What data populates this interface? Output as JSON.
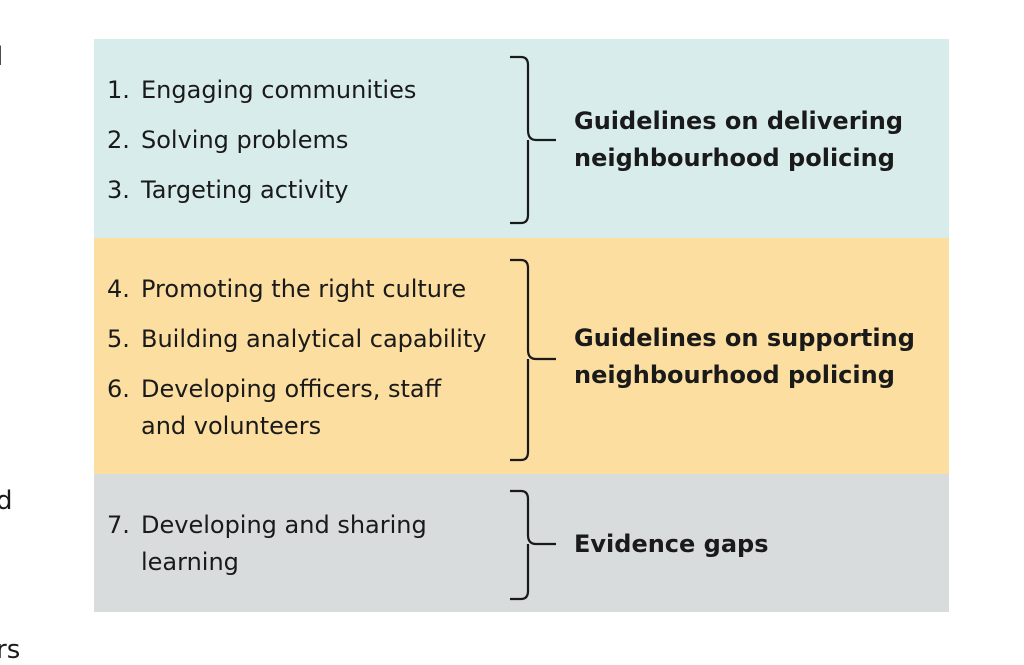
{
  "colors": {
    "panel_1": "#d9ecec",
    "panel_2": "#fbdea0",
    "panel_3": "#d8dcdd",
    "brace": "#1a1a1a"
  },
  "edge_text": [
    "l",
    "d",
    "rs"
  ],
  "groups": [
    {
      "items": [
        {
          "num": "1.",
          "text": "Engaging communities"
        },
        {
          "num": "2.",
          "text": "Solving problems"
        },
        {
          "num": "3.",
          "text": "Targeting activity"
        }
      ],
      "heading": "Guidelines on delivering neighbourhood policing"
    },
    {
      "items": [
        {
          "num": "4.",
          "text": "Promoting the right culture"
        },
        {
          "num": "5.",
          "text": "Building analytical capability"
        },
        {
          "num": "6.",
          "text": "Developing officers, staff and volunteers"
        }
      ],
      "heading": "Guidelines on supporting neighbourhood policing"
    },
    {
      "items": [
        {
          "num": "7.",
          "text": "Developing and sharing learning"
        }
      ],
      "heading": "Evidence gaps"
    }
  ]
}
